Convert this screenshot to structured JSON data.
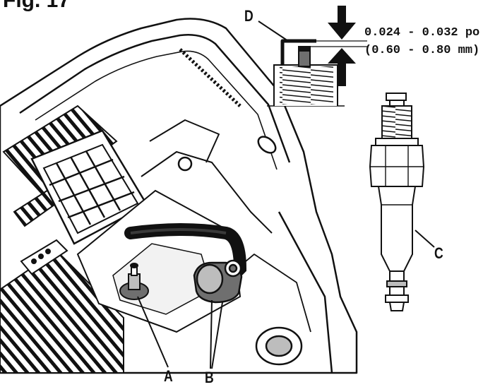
{
  "figure": {
    "title": "Fig. 17"
  },
  "measurement": {
    "gap_inches": "0.024 - 0.032 po",
    "gap_mm": "(0.60 - 0.80 mm)"
  },
  "callouts": {
    "a": "A",
    "b": "B",
    "c": "C",
    "d": "D"
  },
  "colors": {
    "line": "#111111",
    "fill_light": "#ffffff",
    "fill_shade": "#bdbdbd",
    "fill_dark": "#6f6f6f"
  },
  "icons": [
    "down-arrow-icon",
    "up-arrow-icon"
  ]
}
